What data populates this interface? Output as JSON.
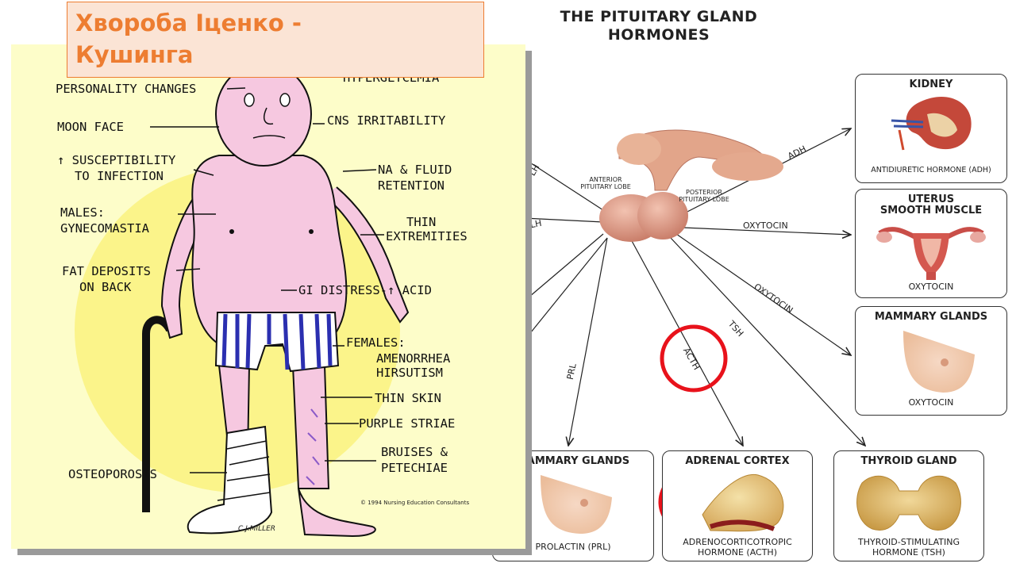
{
  "slide": {
    "title_line1": "Хвороба Іценко -",
    "title_line2": "Кушинга"
  },
  "cushing_diagram": {
    "header_partial": "HYPERGLYCEMIA",
    "labels_left": [
      "PERSONALITY CHANGES",
      "MOON FACE",
      "↑ SUSCEPTIBILITY",
      "TO INFECTION",
      "MALES:",
      "GYNECOMASTIA",
      "FAT DEPOSITS",
      "ON BACK",
      "OSTEOPOROSIS"
    ],
    "labels_right": [
      "CNS IRRITABILITY",
      "NA & FLUID",
      "RETENTION",
      "THIN",
      "EXTREMITIES",
      "GI DISTRESS-↑ ACID",
      "FEMALES:",
      "AMENORRHEA",
      "HIRSUTISM",
      "THIN SKIN",
      "PURPLE STRIAE",
      "BRUISES &",
      "PETECHIAE"
    ],
    "credit": "© 1994 Nursing Education Consultants",
    "signature": "C.J.MILLER"
  },
  "pituitary_diagram": {
    "title_line1": "THE PITUITARY GLAND",
    "title_line2": "HORMONES",
    "anterior_label": "ANTERIOR\nPITUITARY LOBE",
    "posterior_label": "POSTERIOR\nPITUITARY LOBE",
    "arrows": {
      "adh": "ADH",
      "oxytocin1": "OXYTOCIN",
      "oxytocin2": "OXYTOCIN",
      "tsh": "TSH",
      "acth": "ACTH",
      "prl": "PRL",
      "lh1": "LH",
      "lh2": "LH"
    },
    "organs": {
      "kidney": {
        "title": "KIDNEY",
        "caption": "ANTIDIURETIC HORMONE (ADH)"
      },
      "uterus": {
        "title1": "UTERUS",
        "title2": "SMOOTH MUSCLE",
        "caption": "OXYTOCIN"
      },
      "mammary_right": {
        "title": "MAMMARY GLANDS",
        "caption": "OXYTOCIN"
      },
      "thyroid": {
        "title": "THYROID GLAND",
        "caption1": "THYROID-STIMULATING",
        "caption2": "HORMONE (TSH)"
      },
      "adrenal": {
        "title": "ADRENAL CORTEX",
        "caption1": "ADRENOCORTICOTROPIC",
        "caption2": "HORMONE (ACTH)"
      },
      "mammary_bottom": {
        "title": "MAMMARY GLANDS",
        "caption": "PROLACTIN (PRL)"
      }
    },
    "highlight_color": "#e8121b"
  }
}
